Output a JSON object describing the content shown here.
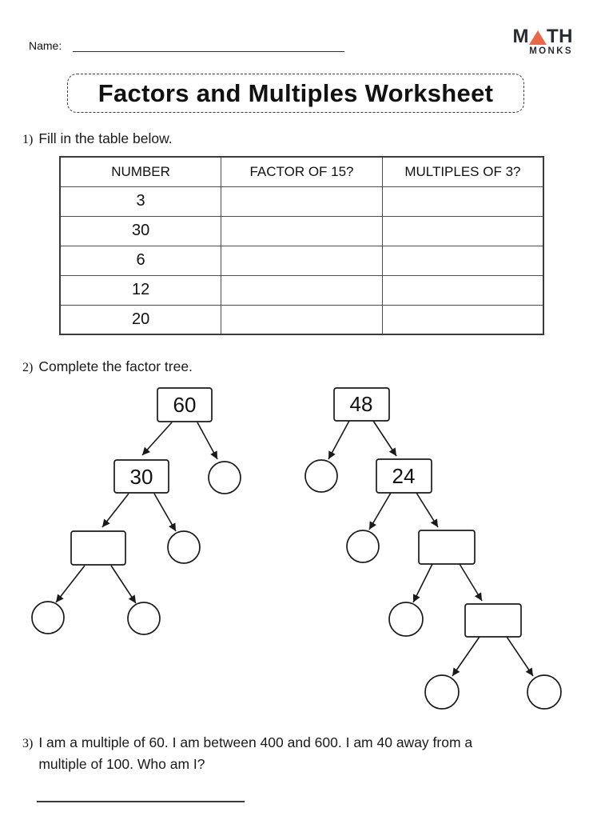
{
  "header": {
    "name_label": "Name:",
    "logo": {
      "word_m": "M",
      "word_th": "TH",
      "word_monks": "MONKS",
      "triangle_color": "#e8694a",
      "text_color": "#272b33"
    }
  },
  "title": "Factors and Multiples Worksheet",
  "questions": {
    "q1": {
      "marker": "1)",
      "prompt": "Fill in the table below.",
      "table": {
        "headers": [
          "NUMBER",
          "FACTOR OF 15?",
          "MULTIPLES OF 3?"
        ],
        "rows": [
          [
            "3",
            "",
            ""
          ],
          [
            "30",
            "",
            ""
          ],
          [
            "6",
            "",
            ""
          ],
          [
            "12",
            "",
            ""
          ],
          [
            "20",
            "",
            ""
          ]
        ]
      }
    },
    "q2": {
      "marker": "2)",
      "prompt": "Complete the factor tree.",
      "tree1": {
        "root": "60",
        "filled_child": "30"
      },
      "tree2": {
        "root": "48",
        "filled_child": "24"
      }
    },
    "q3": {
      "marker": "3)",
      "lines": [
        "I am a multiple of 60. I am between 400 and 600. I am 40 away from a",
        "multiple of 100. Who am I?"
      ]
    }
  }
}
